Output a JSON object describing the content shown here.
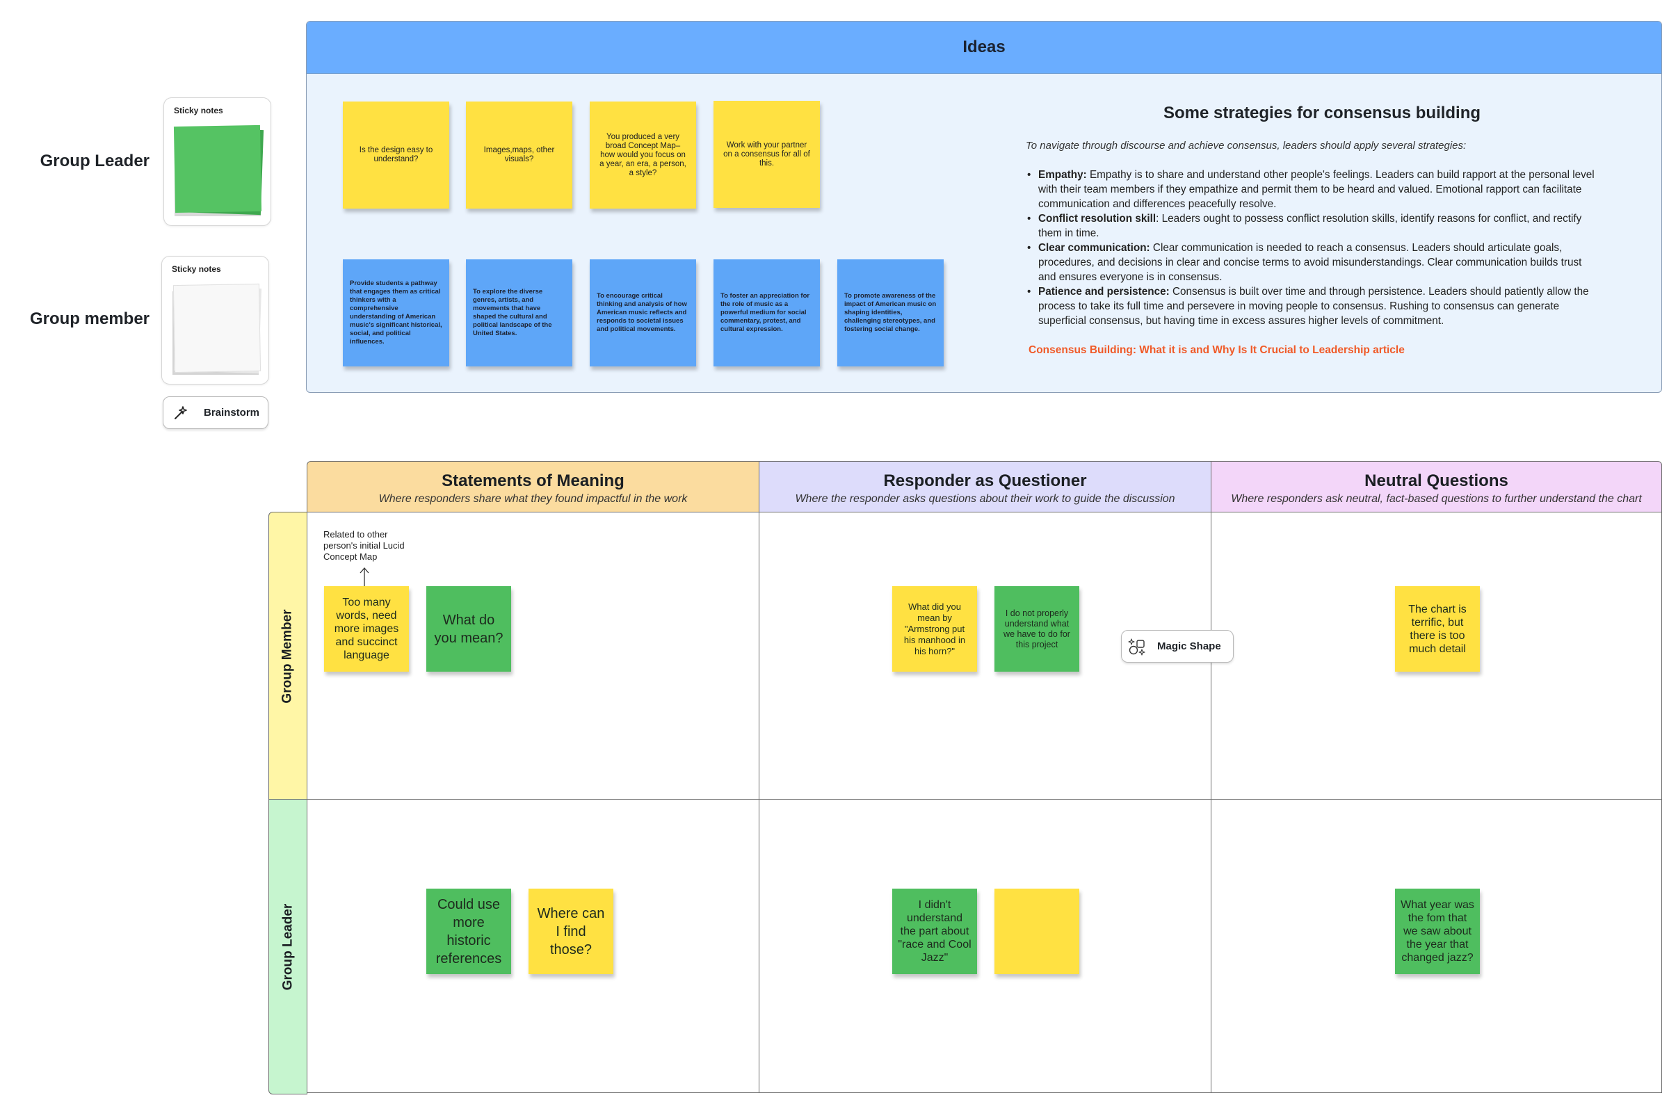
{
  "left_panel": {
    "group_leader_label": "Group Leader",
    "group_member_label": "Group member",
    "stack_leader_title": "Sticky notes",
    "stack_member_title": "Sticky notes",
    "brainstorm_label": "Brainstorm"
  },
  "ideas": {
    "header": "Ideas",
    "yellow_notes": [
      "Is the design easy to understand?",
      "Images,maps, other visuals?",
      "You produced a very broad Concept Map–how would you focus on a year, an era, a person, a style?",
      "Work with your partner on a consensus for all of this."
    ],
    "blue_notes": [
      "Provide students a pathway that engages them as critical thinkers with a comprehensive understanding of American music's significant historical, social, and political influences.",
      "To explore the diverse genres, artists, and movements that have shaped the cultural and political landscape of the United States.",
      "To encourage critical thinking and analysis of how American music reflects and responds to societal issues and political movements.",
      "To foster an appreciation for the role of music as a powerful medium for social commentary, protest, and cultural expression.",
      "To promote awareness of the impact of American music on shaping identities, challenging stereotypes, and fostering social change."
    ],
    "strategies": {
      "title": "Some strategies for consensus building",
      "intro": "To navigate through discourse and achieve consensus, leaders should apply several strategies:",
      "items": [
        {
          "term": "Empathy:",
          "text": " Empathy is to share and understand other people's feelings. Leaders can build rapport at the personal level with their team members if they empathize and permit them to be heard and valued. Emotional rapport can facilitate communication and differences peacefully resolve."
        },
        {
          "term": "Conflict resolution skill",
          "text": ": Leaders ought to possess conflict resolution skills, identify reasons for conflict, and rectify them in time."
        },
        {
          "term": "Clear communication:",
          "text": " Clear communication is needed to reach a consensus. Leaders should articulate goals, procedures, and decisions in clear and concise terms to avoid misunderstandings. Clear communication builds trust and ensures everyone is in consensus."
        },
        {
          "term": "Patience and persistence:",
          "text": " Consensus is built over time and through persistence. Leaders should patiently allow the process to take its full time and persevere in moving people to consensus. Rushing to consensus can generate superficial consensus, but having time in excess assures higher levels of commitment."
        }
      ],
      "link": "Consensus Building: What it is and Why Is It Crucial to Leadership article"
    }
  },
  "matrix": {
    "columns": [
      {
        "title": "Statements of Meaning",
        "subtitle": "Where responders share what they found impactful in the work"
      },
      {
        "title": "Responder as Questioner",
        "subtitle": "Where the responder asks questions about their work to guide the discussion"
      },
      {
        "title": "Neutral Questions",
        "subtitle": "Where responders ask neutral, fact-based questions to further understand the chart"
      }
    ],
    "rows": [
      "Group Member",
      "Group Leader"
    ],
    "annotation": "Related to other person's initial Lucid Concept Map",
    "notes": {
      "m1a": "Too many words, need more images and succinct language",
      "m1b": "What do you mean?",
      "m2a": "What did you mean by \"Armstrong put his manhood in his horn?\"",
      "m2b": "I do not properly understand what we have to do for this project",
      "m3a": "The chart is terrific, but there is too much detail",
      "l1a": "Could use more historic references",
      "l1b": "Where can I find those?",
      "l2a": "I didn't understand the part about \"race and Cool Jazz\"",
      "l2b": "",
      "l3a": "What year was the fom that we saw about the year that changed jazz?"
    },
    "magic_shape_label": "Magic Shape"
  },
  "colors": {
    "ideas_header": "#6aadff",
    "ideas_bg": "#eaf3fd",
    "yellow_note": "#ffe142",
    "green_note": "#4fbe5f",
    "blue_note": "#5ea6f8",
    "col1_head": "#fbdc9f",
    "col2_head": "#dddcfb",
    "col3_head": "#f3d6f9",
    "row1_head": "#fff6a6",
    "row2_head": "#c6f5cf",
    "link": "#f05a28"
  }
}
